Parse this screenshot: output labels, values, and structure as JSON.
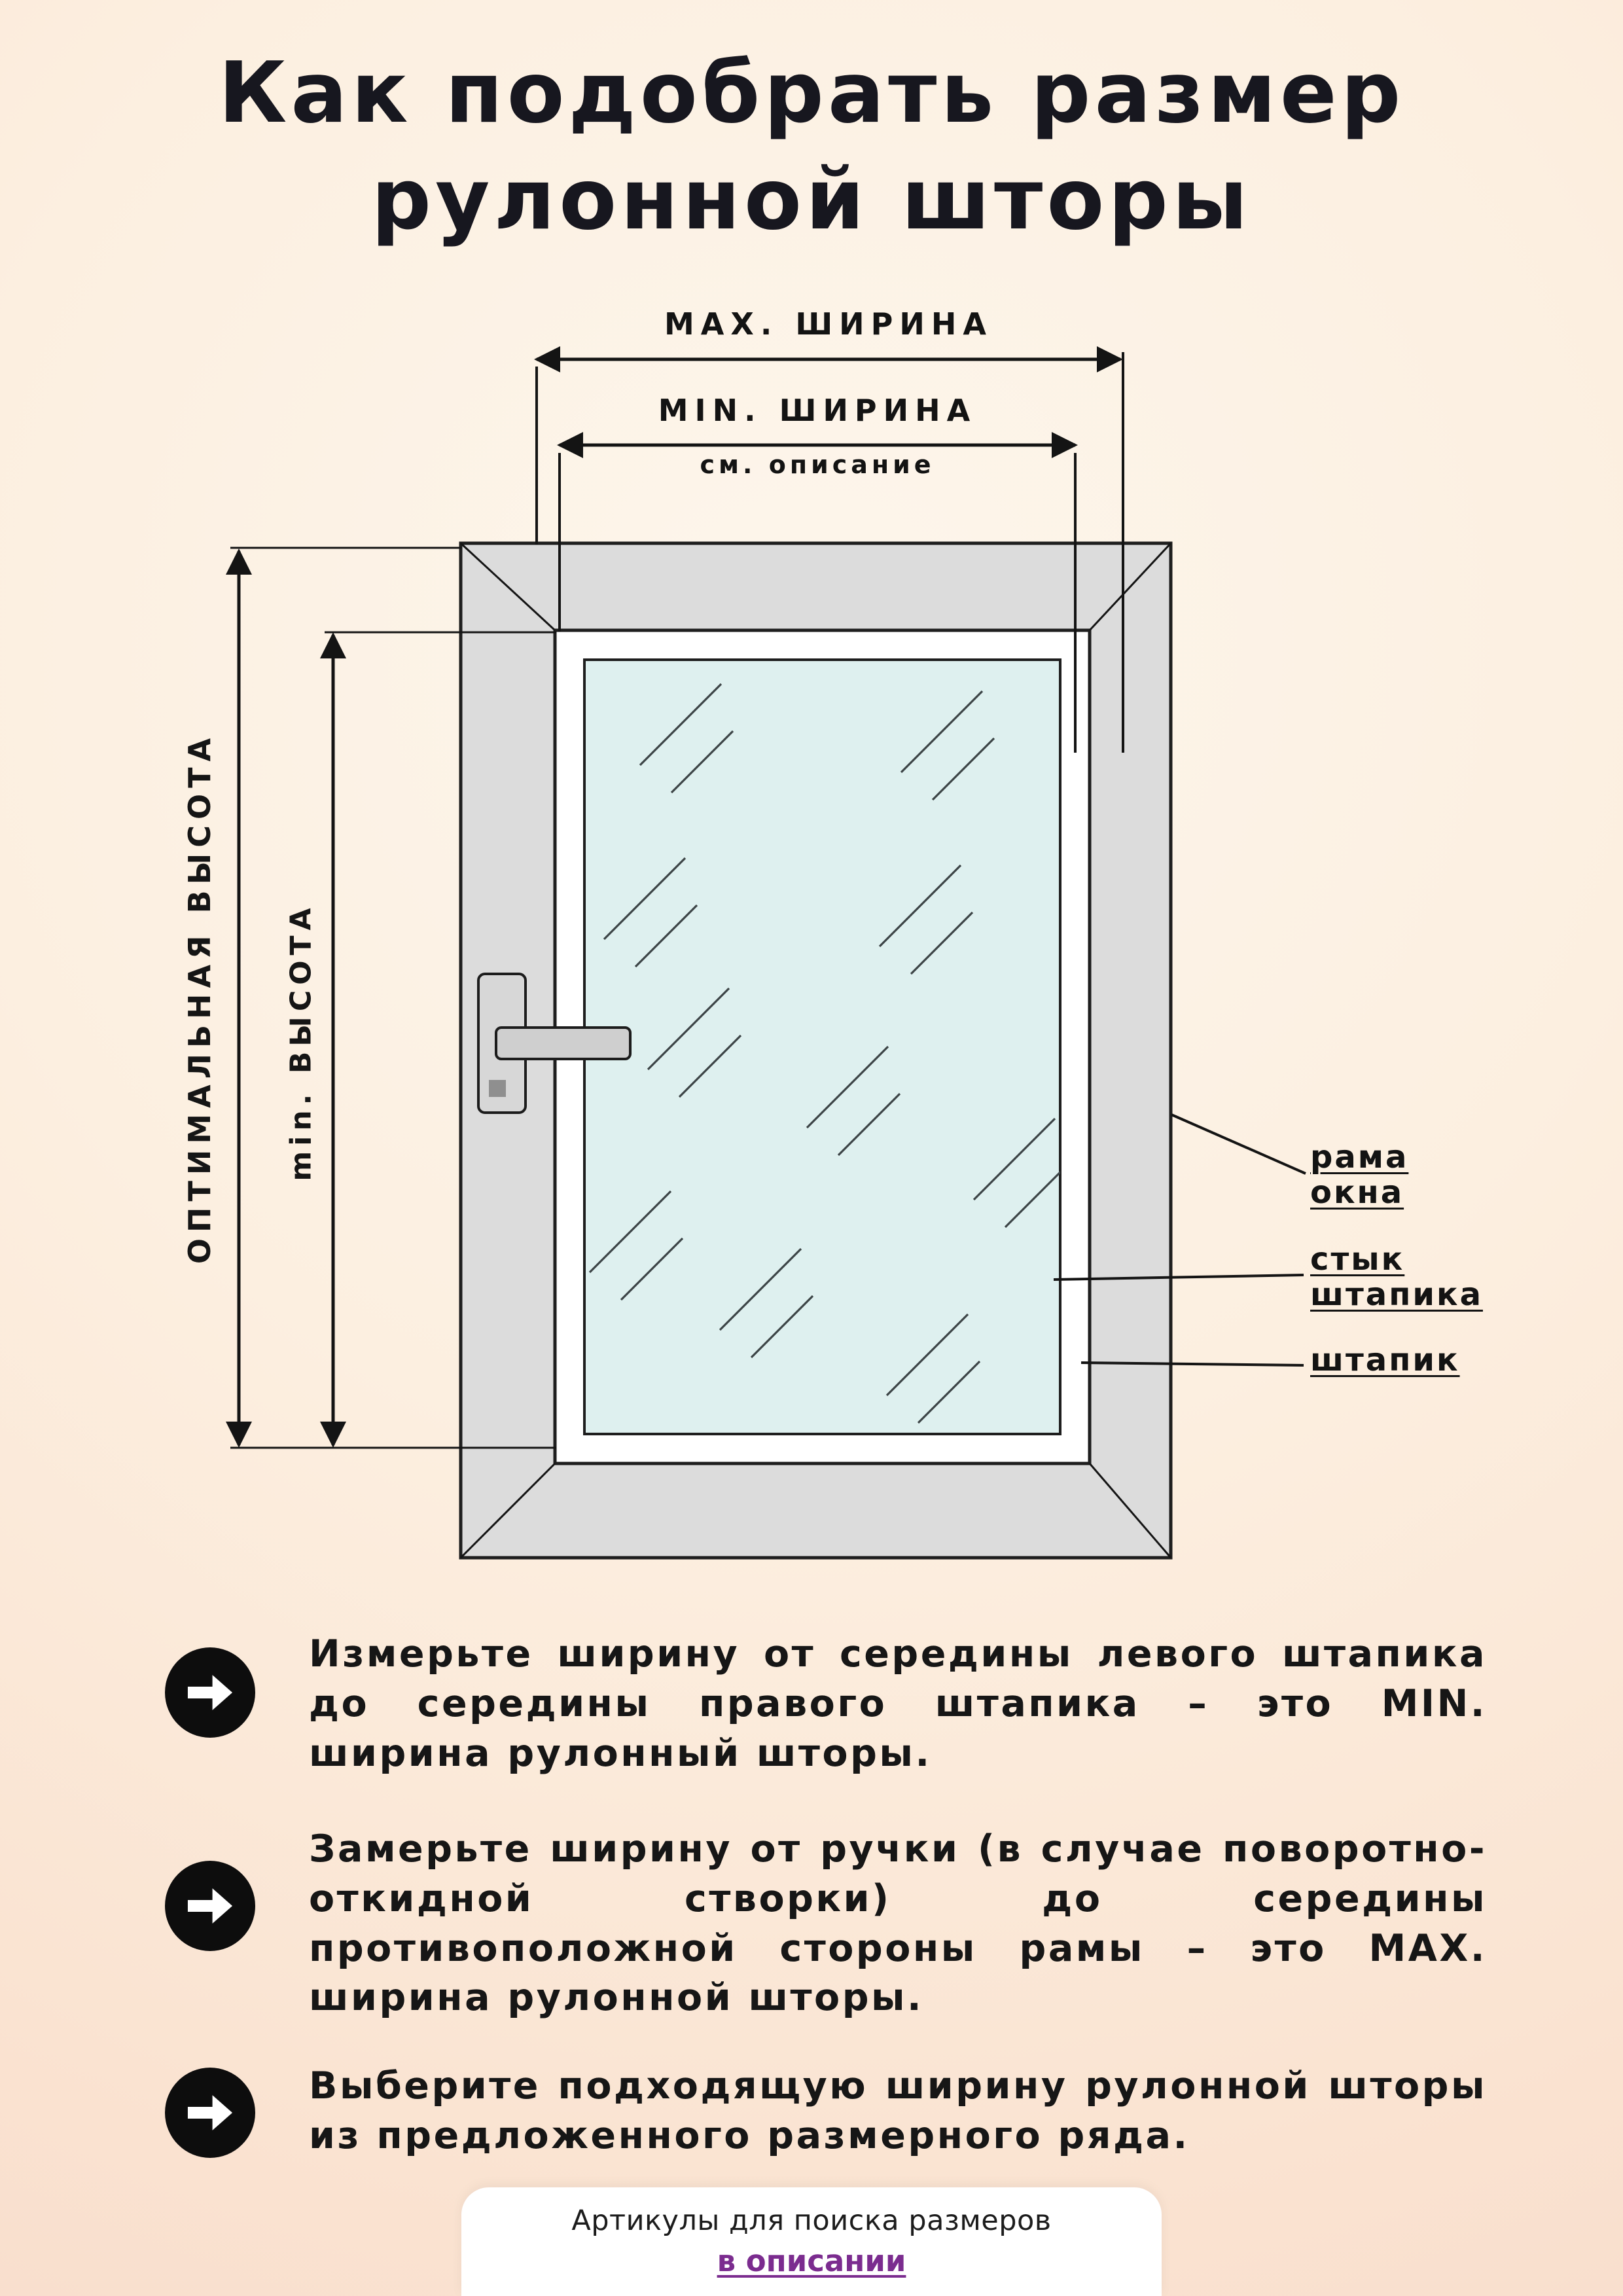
{
  "title": {
    "line1": "Как подобрать размер",
    "line2": "рулонной шторы"
  },
  "diagram": {
    "labels": {
      "max_width": "MAX. ШИРИНА",
      "min_width": "MIN. ШИРИНА",
      "see_description": "см. описание",
      "optimal_height": "ОПТИМАЛЬНАЯ ВЫСОТА",
      "min_height": "min. ВЫСОТА",
      "frame_line1": "рама",
      "frame_line2": "окна",
      "joint_line1": "стык",
      "joint_line2": "штапика",
      "bead": "штапик"
    }
  },
  "instructions": [
    {
      "text": "Измерьте ширину от середины левого штапика до середины правого штапика – это MIN. ширина рулонный шторы."
    },
    {
      "text": "Замерьте ширину от ручки (в случае поворотно-откидной створки) до середины противоположной стороны рамы – это MAX. ширина рулонной шторы."
    },
    {
      "text": "Выберите подходящую ширину рулонной шторы из предложенного размерного ряда."
    }
  ],
  "footer": {
    "text": "Артикулы для поиска размеров",
    "link": "в описании"
  },
  "colors": {
    "accent_link": "#7b2c8f",
    "glass": "#def0ef",
    "frame_gray": "#dcdcdc",
    "ink": "#141414"
  }
}
